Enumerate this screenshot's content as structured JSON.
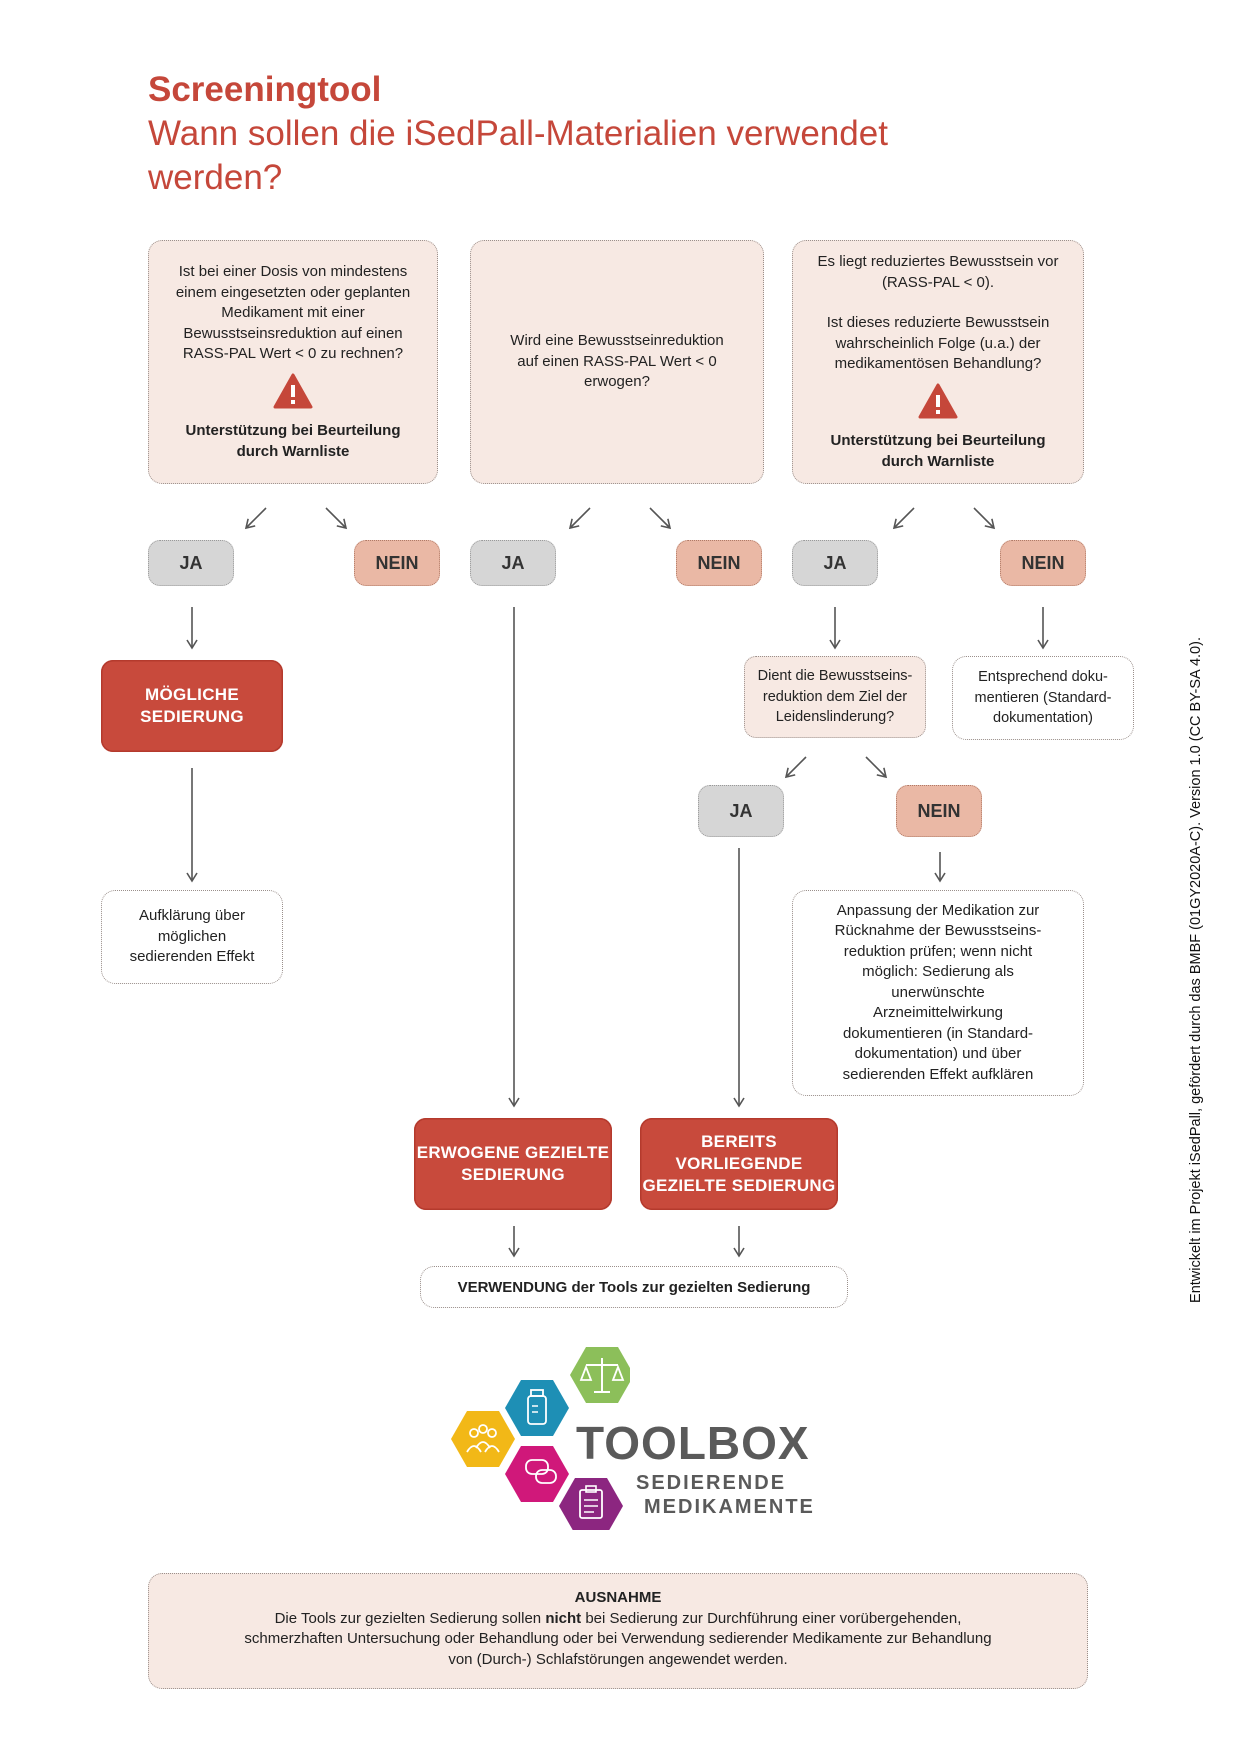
{
  "title": {
    "main": "Screeningtool",
    "sub": "Wann sollen die iSedPall-Materialien verwendet werden?"
  },
  "questions": {
    "q1": {
      "text": "Ist bei einer Dosis von mindestens einem eingesetzten oder geplanten Medikament mit einer Bewusstseinsreduktion auf einen RASS-PAL Wert < 0 zu rechnen?",
      "support": "Unterstützung bei Beurteilung durch Warnliste"
    },
    "q2": {
      "text": "Wird eine Bewusstseinreduktion auf einen RASS-PAL Wert < 0 erwogen?"
    },
    "q3": {
      "text_a": "Es liegt reduziertes Bewusstsein vor (RASS-PAL < 0).",
      "text_b": "Ist dieses reduzierte Bewusstsein wahrscheinlich Folge (u.a.) der medikamentösen Behandlung?",
      "support": "Unterstützung bei Beurteilung durch Warnliste"
    },
    "q4": {
      "text": "Dient die Bewusstseins-reduktion dem Ziel der Leidenslinderung?"
    }
  },
  "answers": {
    "yes": "JA",
    "no": "NEIN"
  },
  "results": {
    "possible": "MÖGLICHE SEDIERUNG",
    "considered": "ERWOGENE GEZIELTE SEDIERUNG",
    "existing": "BEREITS VORLIEGENDE GEZIELTE SEDIERUNG"
  },
  "notes": {
    "inform": "Aufklärung über möglichen sedierenden Effekt",
    "document": "Entsprechend doku-mentieren (Standard-dokumentation)",
    "adjust": "Anpassung der Medikation zur Rücknahme der Bewusstseins-reduktion prüfen; wenn nicht möglich: Sedierung als unerwünschte Arzneimittelwirkung dokumentieren (in Standard-dokumentation) und über sedierenden Effekt aufklären",
    "use_tools_bold": "VERWENDUNG",
    "use_tools_rest": "der Tools zur gezielten Sedierung"
  },
  "logo": {
    "word": "TOOLBOX",
    "line1": "SEDIERENDE",
    "line2": "MEDIKAMENTE"
  },
  "exception": {
    "title": "AUSNAHME",
    "text_before": "Die Tools zur gezielten Sedierung sollen",
    "text_bold": "nicht",
    "text_after": "bei Sedierung zur Durchführung einer vorübergehenden, schmerzhaften Untersuchung oder Behandlung oder bei Verwendung sedierender Medikamente zur Behandlung von (Durch-) Schlafstörungen angewendet werden."
  },
  "side_note": "Entwickelt im Projekt iSedPall, gefördert durch das BMBF (01GY2020A-C). Version 1.0 (CC BY-SA 4.0).",
  "colors": {
    "accent": "#c5473a",
    "result_box": "#c84a3c",
    "question_bg": "#f7e9e3",
    "no_pill": "#eab8a5",
    "yes_pill": "#d6d6d6",
    "hex_green": "#8cbf5a",
    "hex_blue": "#1e8fb5",
    "hex_yellow": "#f2b817",
    "hex_magenta": "#d0187a",
    "hex_purple": "#8c2680"
  }
}
